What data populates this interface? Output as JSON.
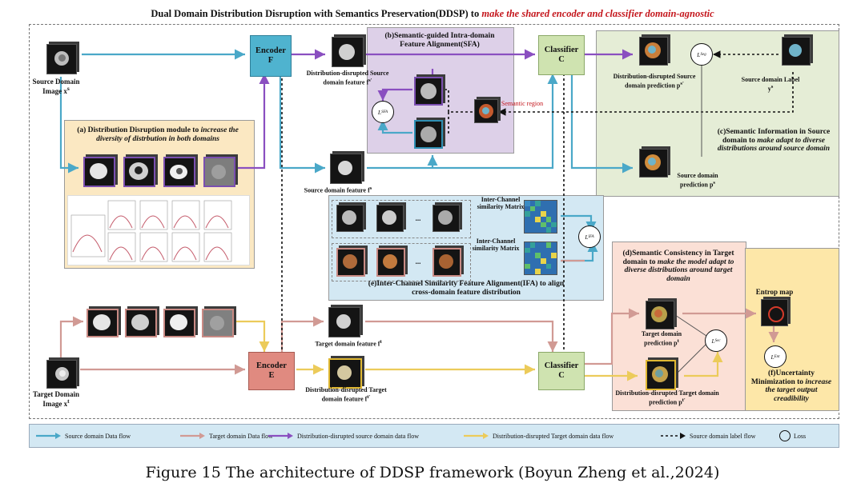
{
  "title": {
    "main": "Dual Domain Distribution Disruption with Semantics Preservation(DDSP) to ",
    "highlight": "make the shared encoder and classifier domain-agnostic"
  },
  "source_image": {
    "line1": "Source Domain",
    "line2": "Image x",
    "sup": "s"
  },
  "target_image": {
    "line1": "Target Domain",
    "line2": "Image x",
    "sup": "t"
  },
  "encoder_top": {
    "line1": "Encoder",
    "line2": "F"
  },
  "encoder_bottom": {
    "line1": "Encoder",
    "line2": "E"
  },
  "classifier_top": {
    "line1": "Classifier",
    "line2": "C"
  },
  "classifier_bottom": {
    "line1": "Classifier",
    "line2": "C"
  },
  "module_a": {
    "prefix": "(a) Distribution Disruption module to ",
    "emph": "increase the diversity of distrbution in both domains"
  },
  "module_b": {
    "text": "(b)Semantic-guided Intra-domain Feature Alignment(SFA)"
  },
  "module_c": {
    "prefix": "(c)Semantic Information in Source domain to ",
    "emph": "make adapt to diverse distributions around source domain"
  },
  "module_d": {
    "prefix": "(d)Semantic Consistency in Target domain to ",
    "emph": "make the model adapt to diverse distributions around target domain"
  },
  "module_e": {
    "text": "(e)Inter-Channel Similarity Feature Alignment(IFA) to align cross-domain feature distribution"
  },
  "module_f": {
    "prefix": "(f)Uncertainty Minimization to ",
    "emph": "increase the target output creadibility"
  },
  "labels": {
    "dd_source_feature": "Distribution-disrupted Source domain feature f",
    "dd_source_feature_sup": "s'",
    "source_feature": "Source domain feature f",
    "source_feature_sup": "s",
    "target_feature": "Target domain feature f",
    "target_feature_sup": "t",
    "dd_target_feature": "Distribution-disrupted Target domain feature f",
    "dd_target_feature_sup": "t'",
    "dd_source_pred": "Distribution-disrupted Source domain prediction p",
    "dd_source_pred_sup": "s'",
    "source_label": "Source domain Label y",
    "source_label_sup": "s",
    "source_pred": "Source domain prediction p",
    "source_pred_sup": "s",
    "target_pred": "Target domain prediction p",
    "target_pred_sup": "t",
    "dd_target_pred": "Distribution-disrupted Target domain prediction p",
    "dd_target_pred_sup": "t'",
    "semantic_region": "Semantic region",
    "sim_matrix_1": "Inter-Channel similarity Matrix",
    "sim_matrix_2": "Inter-Channel similarity Matrix",
    "entropy_map": "Entrop map",
    "dots": "..."
  },
  "losses": {
    "seg": "L",
    "seg_sub": "Seg",
    "sfa": "L",
    "sfa_sub": "SFA",
    "ifa": "L",
    "ifa_sub": "IFA",
    "sec": "L",
    "sec_sub": "Sec",
    "ent": "L",
    "ent_sub": "Ent"
  },
  "legend": [
    {
      "label": "Source domain Data flow",
      "color": "#4aa8c8"
    },
    {
      "label": "Target domain Data flow",
      "color": "#d19a94"
    },
    {
      "label": "Distribution-disrupted source domain data flow",
      "color": "#8a4fc0"
    },
    {
      "label": "Distribution-disrupted Target domain data flow",
      "color": "#eccb5a"
    },
    {
      "label": "Source domain label flow",
      "color": "#111111"
    },
    {
      "label": "Loss",
      "color": "#111111"
    }
  ],
  "caption": "Figure 15 The architecture of DDSP framework (Boyun Zheng et al.,2024)",
  "colors": {
    "source_flow": "#4aa8c8",
    "target_flow": "#d19a94",
    "dd_source_flow": "#8a4fc0",
    "dd_target_flow": "#eccb5a",
    "encoder_f": "#4fb3cf",
    "encoder_e": "#e08a80",
    "classifier": "#cfe3b0",
    "panel_a": "#fbe8c2",
    "panel_b": "#ddd0e8",
    "panel_c": "#e5edd6",
    "panel_d": "#fbe0d6",
    "panel_e": "#d3e8f3",
    "panel_f": "#fde7a8"
  }
}
